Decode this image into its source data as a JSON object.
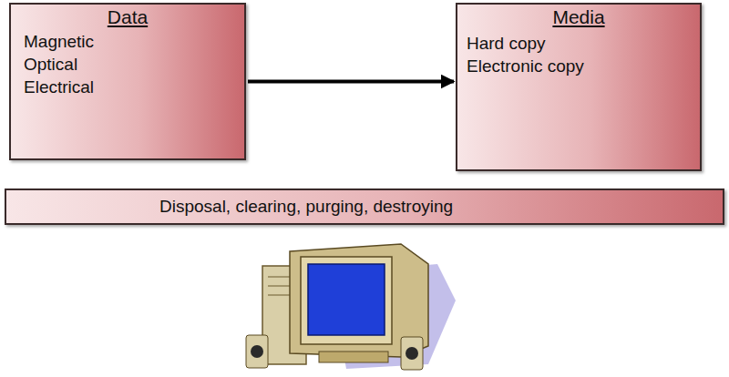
{
  "diagram": {
    "nodes": [
      {
        "text": [
          "Data",
          "Magnetic",
          "Optical",
          "Electrical"
        ]
      },
      {
        "text": [
          "Media",
          "Hard copy",
          "Electronic copy"
        ]
      },
      {
        "text": [
          "Disposal, clearing, purging, destroying"
        ]
      }
    ],
    "edges": [
      {
        "from": 0,
        "to": 1,
        "arrow": "to"
      }
    ]
  }
}
